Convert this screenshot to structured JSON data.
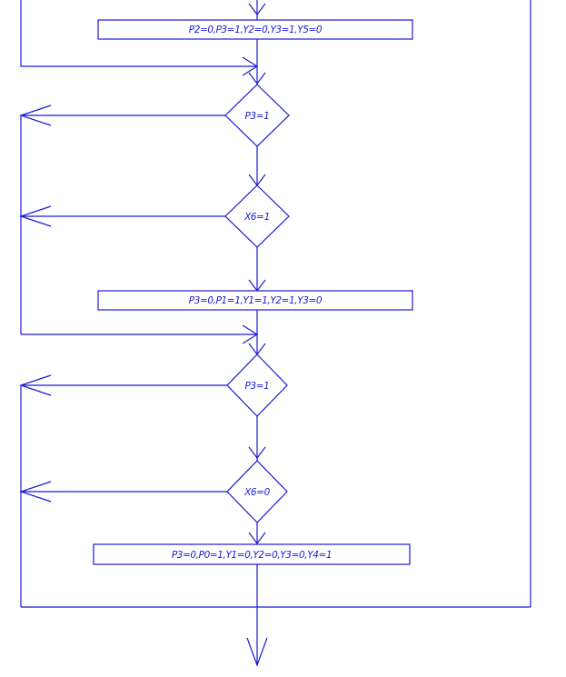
{
  "colors": {
    "line": "#1a1ad4",
    "background": "#ffffff"
  },
  "flowchart": {
    "op1": "P2=0,P3=1,Y2=0,Y3=1,Y5=0",
    "cond1": "P3=1",
    "cond2": "X6=1",
    "op2": "P3=0,P1=1,Y1=1,Y2=1,Y3=0",
    "cond3": "P3=1",
    "cond4": "X6=0",
    "op3": "P3=0,P0=1,Y1=0,Y2=0,Y3=0,Y4=1"
  }
}
